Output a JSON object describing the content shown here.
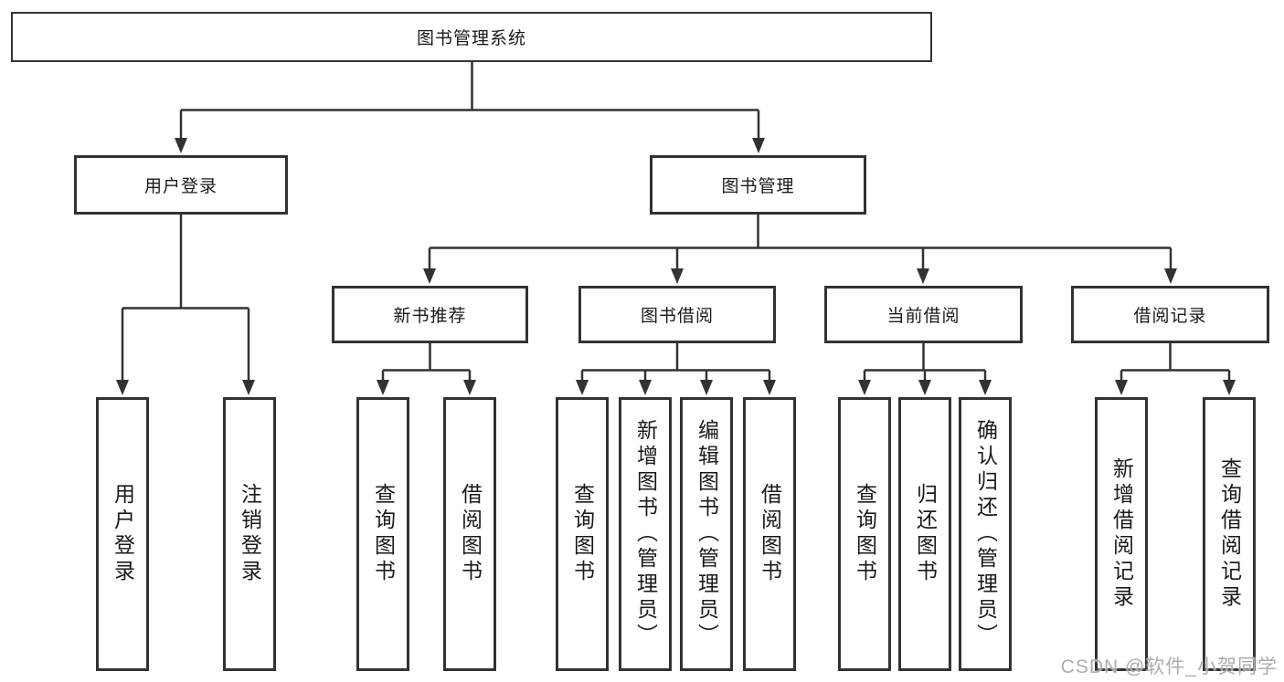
{
  "diagram": {
    "root": {
      "label": "图书管理系统"
    },
    "branches": [
      {
        "label": "用户登录",
        "children": [
          {
            "label": "用户登录"
          },
          {
            "label": "注销登录"
          }
        ]
      },
      {
        "label": "图书管理",
        "children": [
          {
            "label": "新书推荐",
            "children": [
              {
                "label": "查询图书"
              },
              {
                "label": "借阅图书"
              }
            ]
          },
          {
            "label": "图书借阅",
            "children": [
              {
                "label": "查询图书"
              },
              {
                "label": "新增图书（管理员）"
              },
              {
                "label": "编辑图书（管理员）"
              },
              {
                "label": "借阅图书"
              }
            ]
          },
          {
            "label": "当前借阅",
            "children": [
              {
                "label": "查询图书"
              },
              {
                "label": "归还图书"
              },
              {
                "label": "确认归还（管理员）"
              }
            ]
          },
          {
            "label": "借阅记录",
            "children": [
              {
                "label": "新增借阅记录"
              },
              {
                "label": "查询借阅记录"
              }
            ]
          }
        ]
      }
    ]
  },
  "watermark": {
    "text": "CSDN @软件_小贺同学"
  },
  "colors": {
    "line": "#323232",
    "box_border": "#323232",
    "box_background": "#ffffff",
    "text": "#1a1a1a",
    "watermark": "#a8a8a8"
  }
}
